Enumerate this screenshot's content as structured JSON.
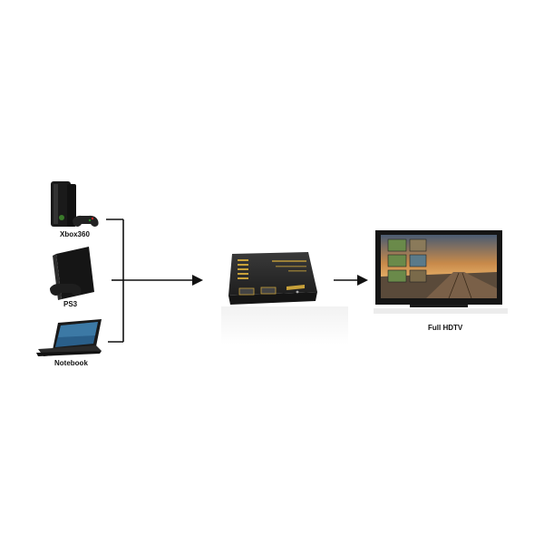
{
  "devices": {
    "xbox": {
      "label": "Xbox360",
      "icon": "xbox360-console-icon"
    },
    "ps3": {
      "label": "PS3",
      "icon": "ps3-console-icon"
    },
    "notebook": {
      "label": "Notebook",
      "icon": "notebook-laptop-icon"
    },
    "tv": {
      "label": "Full HDTV",
      "icon": "hdtv-icon"
    }
  },
  "switch": {
    "icon": "hdmi-switch-icon"
  },
  "colors": {
    "line": "#111111",
    "device_dark": "#1a1a1a",
    "switch_body": "#2a2a2a",
    "switch_gold": "#c8a13a",
    "tv_frame": "#151515"
  }
}
